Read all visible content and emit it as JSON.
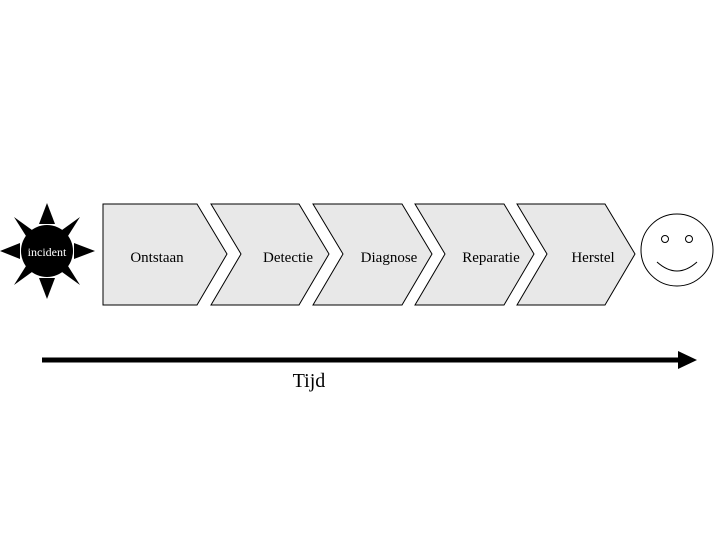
{
  "incident": {
    "label": "incident",
    "icon": "starburst-icon"
  },
  "steps": [
    {
      "label": "Ontstaan"
    },
    {
      "label": "Detectie"
    },
    {
      "label": "Diagnose"
    },
    {
      "label": "Reparatie"
    },
    {
      "label": "Herstel"
    }
  ],
  "end": {
    "icon": "smiley-face-icon"
  },
  "timeline": {
    "label": "Tijd"
  },
  "colors": {
    "chevron_fill": "#e8e8e8",
    "outline": "#000000",
    "incident_fill": "#000000",
    "incident_text": "#ffffff"
  }
}
